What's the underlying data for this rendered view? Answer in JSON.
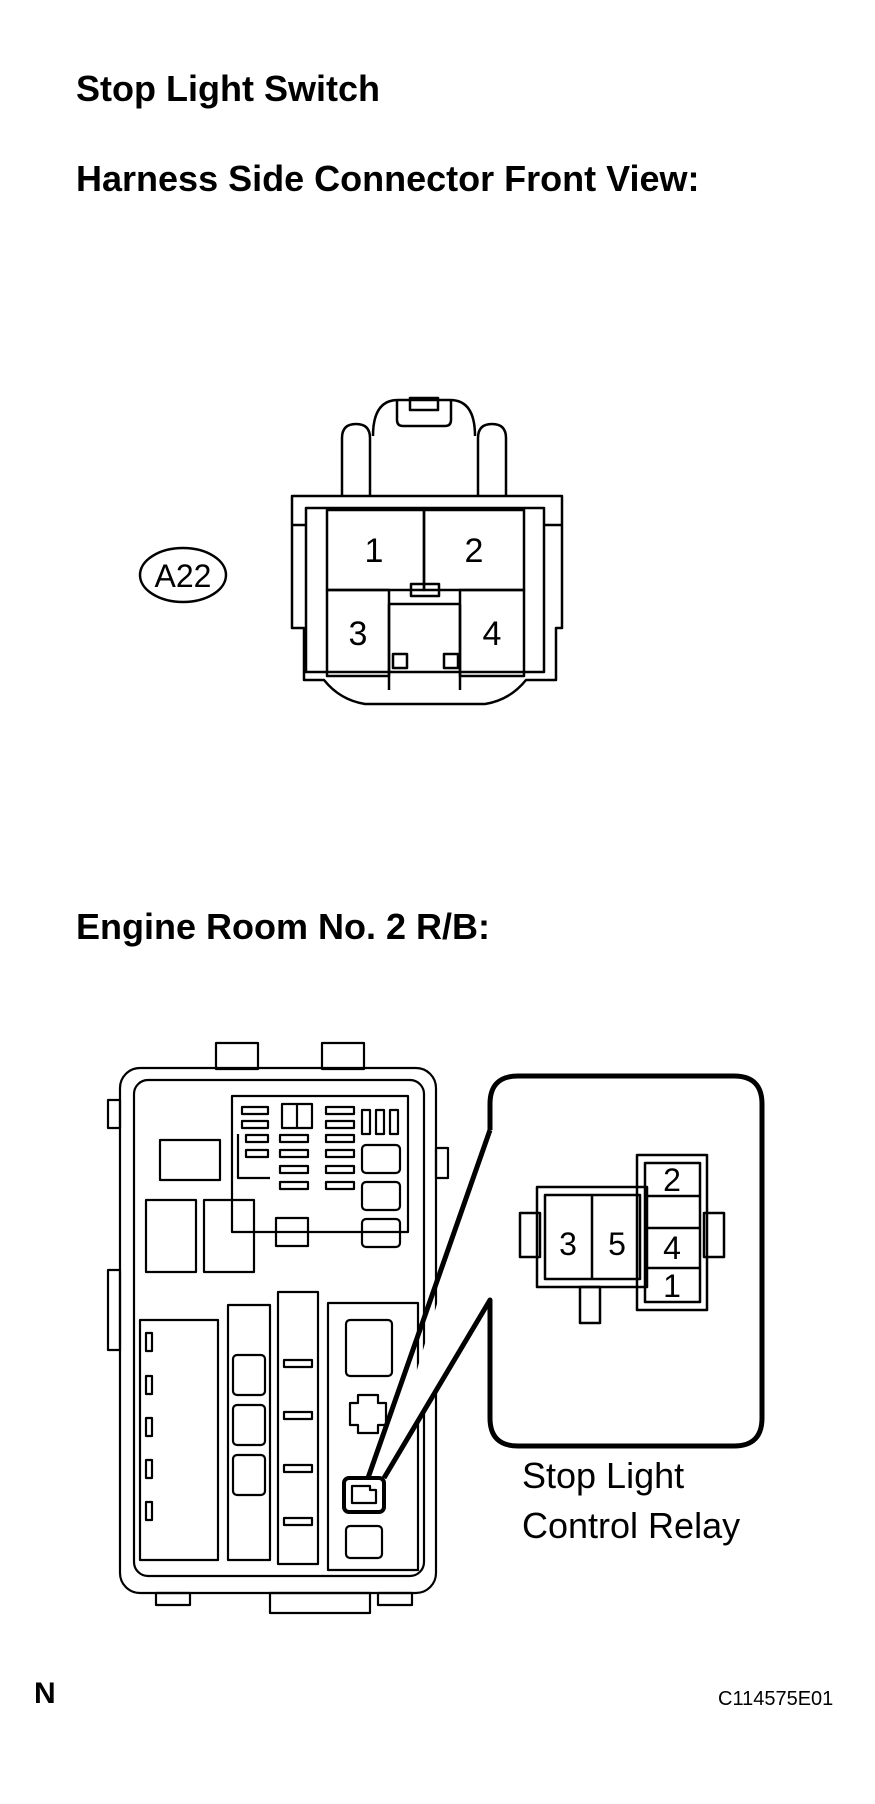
{
  "headings": {
    "stop_light_switch": "Stop Light Switch",
    "harness_view": "Harness Side Connector Front View:",
    "engine_room": "Engine Room No. 2 R/B:"
  },
  "connector_a22": {
    "code": "A22",
    "pins": [
      "1",
      "2",
      "3",
      "4"
    ]
  },
  "relay": {
    "pins": [
      "3",
      "5",
      "2",
      "4",
      "1"
    ],
    "label_line1": "Stop Light",
    "label_line2": "Control Relay"
  },
  "footer": {
    "orientation": "N",
    "figure_id": "C114575E01"
  }
}
